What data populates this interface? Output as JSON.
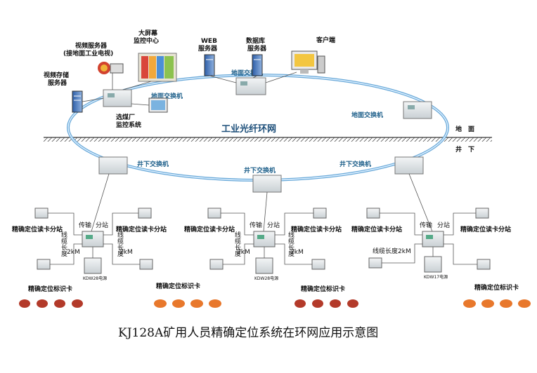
{
  "title": "KJ128A矿用人员精确定位系统在环网应用示意图",
  "ring_label": "工业光纤环网",
  "ground_label_above": "地　面",
  "ground_label_below": "井　下",
  "surface": {
    "video_storage_server": [
      "视频存储",
      "服务器"
    ],
    "video_server": [
      "视频服务器",
      "(接地面工业电视)"
    ],
    "big_screen": [
      "大屏幕",
      "监控中心"
    ],
    "web_server": [
      "WEB",
      "服务器"
    ],
    "db_server": [
      "数据库",
      "服务器"
    ],
    "client": "客户端",
    "coal_plant": [
      "选煤厂",
      "监控系统"
    ],
    "switch_label": "地面交换机"
  },
  "underground": {
    "switch_label": "井下交换机",
    "reader_label": "精确定位读卡分站",
    "tx_label": "传输",
    "sub_label": "分站",
    "cable_label_vertical": "线缆长度",
    "cable_length": "2kM",
    "cable_label_horizontal": "线缆长度2kM",
    "psu_left": "KDW28电源",
    "psu_middle": "KDW28电源",
    "psu_right": "KDW17电源",
    "card_label": "精确定位标识卡"
  }
}
